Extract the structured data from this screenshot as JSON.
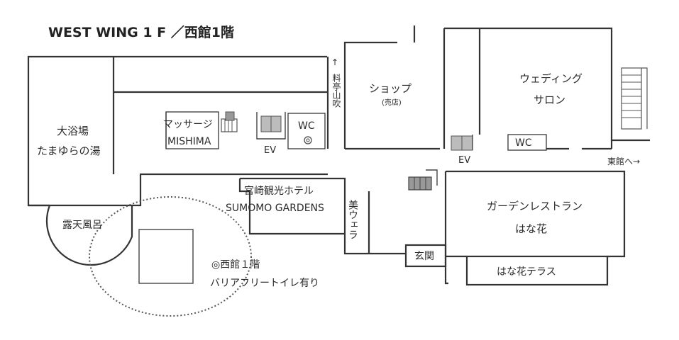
{
  "title": "WEST WING 1 F ／西館1階",
  "rooms": {
    "grand_bath": [
      "大浴場",
      "たまゆらの湯"
    ],
    "massage": [
      "マッサージ",
      "MISHIMA"
    ],
    "ev_west": "EV",
    "wc_west": "WC",
    "ryotei_arrow": "↑",
    "ryotei": "料亭山吹",
    "shop": "ショップ",
    "shop_sub": "(売店)",
    "wedding": [
      "ウェディング",
      "サロン"
    ],
    "ev_east": "EV",
    "wc_east": "WC",
    "east_wing": "東館へ→",
    "hotel": [
      "宮崎観光ホテル",
      "SUMOMO GARDENS"
    ],
    "bivera": "美ウェラ",
    "outdoor_bath": "露天風呂",
    "entrance": "玄関",
    "garden_restaurant": [
      "ガーデンレストラン",
      "はな花"
    ],
    "terrace": "はな花テラス"
  },
  "note": [
    "◎西館１階",
    "バリアフリートイレ有り"
  ]
}
